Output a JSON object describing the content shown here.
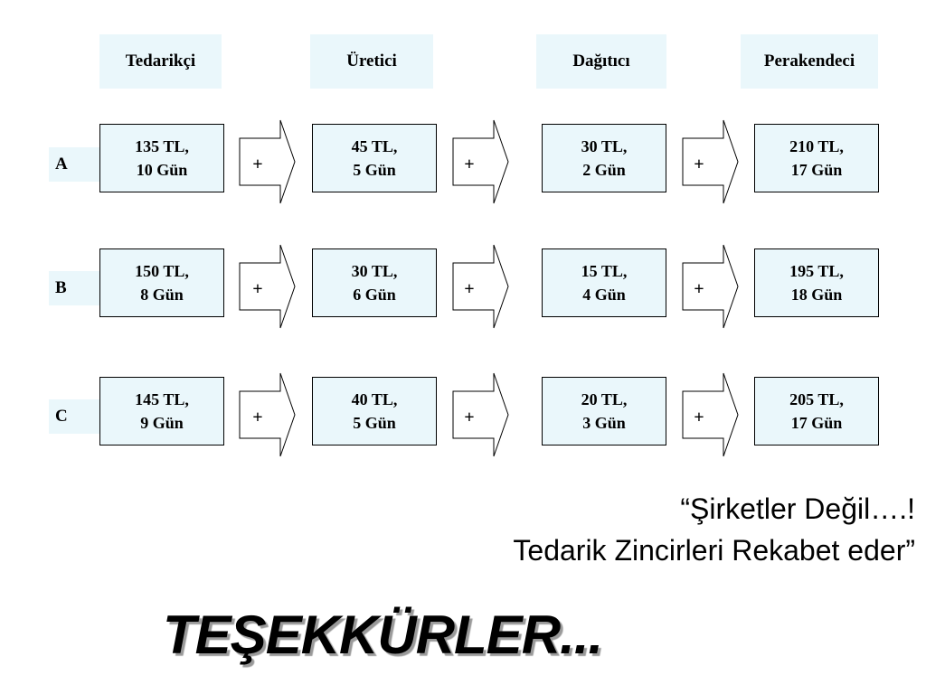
{
  "headers": [
    "Tedarikçi",
    "Üretici",
    "Dağıtıcı",
    "Perakendeci"
  ],
  "rows": [
    {
      "label": "A",
      "cells": [
        {
          "line1": "135 TL,",
          "line2": "10 Gün"
        },
        {
          "line1": "45 TL,",
          "line2": "5 Gün"
        },
        {
          "line1": "30 TL,",
          "line2": "2 Gün"
        },
        {
          "line1": "210 TL,",
          "line2": "17 Gün"
        }
      ]
    },
    {
      "label": "B",
      "cells": [
        {
          "line1": "150 TL,",
          "line2": "8 Gün"
        },
        {
          "line1": "30 TL,",
          "line2": "6 Gün"
        },
        {
          "line1": "15 TL,",
          "line2": "4 Gün"
        },
        {
          "line1": "195 TL,",
          "line2": "18 Gün"
        }
      ]
    },
    {
      "label": "C",
      "cells": [
        {
          "line1": "145 TL,",
          "line2": "9 Gün"
        },
        {
          "line1": "40 TL,",
          "line2": "5 Gün"
        },
        {
          "line1": "20 TL,",
          "line2": "3 Gün"
        },
        {
          "line1": "205 TL,",
          "line2": "17 Gün"
        }
      ]
    }
  ],
  "operator": "+",
  "quote": {
    "line1": "“Şirketler Değil….!",
    "line2": "Tedarik Zincirleri Rekabet eder”"
  },
  "thanks": "TEŞEKKÜRLER..."
}
